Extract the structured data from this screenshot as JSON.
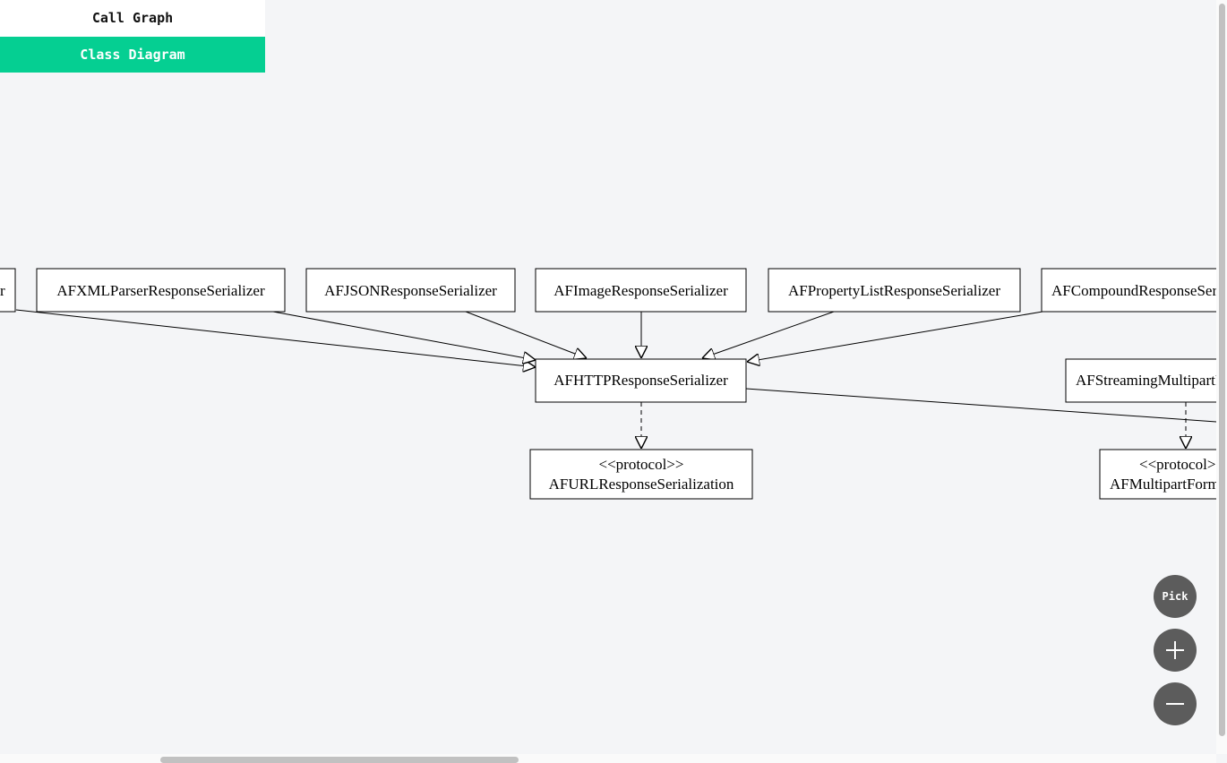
{
  "tabs": {
    "call_graph": "Call Graph",
    "class_diagram": "Class Diagram"
  },
  "diagram": {
    "nodes": {
      "partial_left": "r",
      "xml": "AFXMLParserResponseSerializer",
      "json": "AFJSONResponseSerializer",
      "image": "AFImageResponseSerializer",
      "plist": "AFPropertyListResponseSerializer",
      "compound": "AFCompoundResponseSerializer",
      "http": "AFHTTPResponseSerializer",
      "streaming": "AFStreamingMultipartFormData",
      "protocol_stereotype": "<<protocol>>",
      "url_protocol": "AFURLResponseSerialization",
      "multipart_stereotype": "<<protocol>>",
      "multipart_protocol": "AFMultipartFormData"
    }
  },
  "controls": {
    "pick": "Pick",
    "zoom_in_icon": "plus-icon",
    "zoom_out_icon": "minus-icon"
  },
  "colors": {
    "accent": "#05cf92",
    "background": "#f4f5f7",
    "control": "#5c5c5c"
  }
}
